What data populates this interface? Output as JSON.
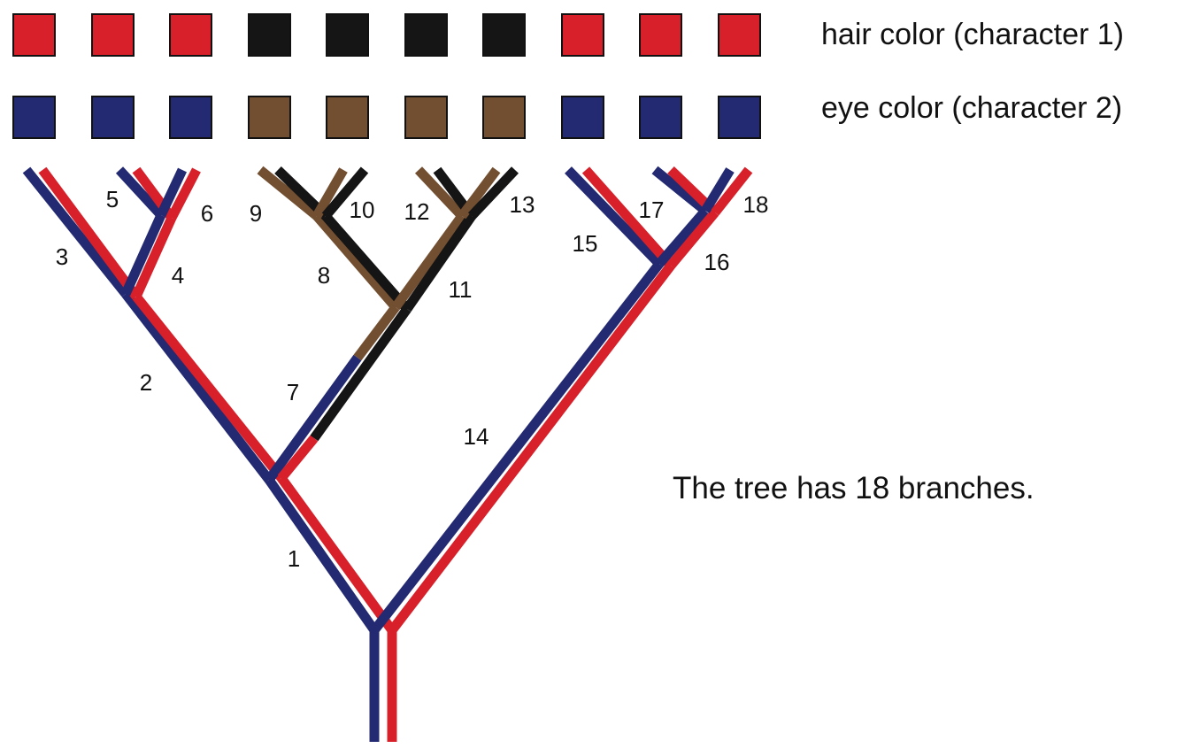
{
  "characters": {
    "hair": {
      "label": "hair color (character 1)",
      "tips": [
        "red",
        "red",
        "red",
        "black",
        "black",
        "black",
        "black",
        "red",
        "red",
        "red"
      ]
    },
    "eye": {
      "label": "eye color (character 2)",
      "tips": [
        "blue",
        "blue",
        "blue",
        "brown",
        "brown",
        "brown",
        "brown",
        "blue",
        "blue",
        "blue"
      ]
    }
  },
  "colors": {
    "red": "#D7202A",
    "black": "#151515",
    "blue": "#232A72",
    "brown": "#734F31"
  },
  "caption": "The tree has 18 branches.",
  "branch_labels": [
    "1",
    "2",
    "3",
    "4",
    "5",
    "6",
    "7",
    "8",
    "9",
    "10",
    "11",
    "12",
    "13",
    "14",
    "15",
    "16",
    "17",
    "18"
  ],
  "branch_states": {
    "1": {
      "eye": "blue",
      "hair": "red"
    },
    "2": {
      "eye": "blue",
      "hair": "red"
    },
    "3": {
      "eye": "blue",
      "hair": "red"
    },
    "4": {
      "eye": "blue",
      "hair": "red"
    },
    "5": {
      "eye": "blue",
      "hair": "red"
    },
    "6": {
      "eye": "blue",
      "hair": "red"
    },
    "7": {
      "eye": [
        "blue",
        "brown"
      ],
      "hair": [
        "red",
        "black"
      ]
    },
    "8": {
      "eye": "brown",
      "hair": "black"
    },
    "9": {
      "eye": "brown",
      "hair": "black"
    },
    "10": {
      "eye": "brown",
      "hair": "black"
    },
    "11": {
      "eye": "brown",
      "hair": "black"
    },
    "12": {
      "eye": "brown",
      "hair": "black"
    },
    "13": {
      "eye": "brown",
      "hair": "black"
    },
    "14": {
      "eye": "blue",
      "hair": "red"
    },
    "15": {
      "eye": "blue",
      "hair": "red"
    },
    "16": {
      "eye": "blue",
      "hair": "red"
    },
    "17": {
      "eye": "blue",
      "hair": "red"
    },
    "18": {
      "eye": "blue",
      "hair": "red"
    }
  }
}
